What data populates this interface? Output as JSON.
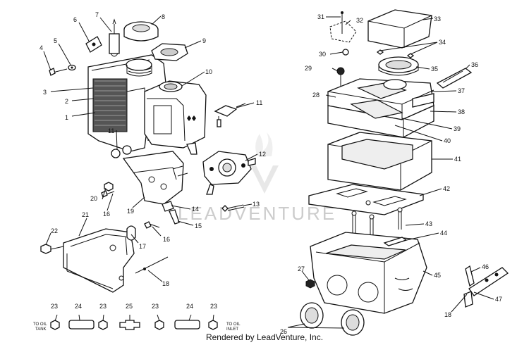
{
  "callouts": [
    "1",
    "2",
    "3",
    "4",
    "5",
    "6",
    "7",
    "8",
    "9",
    "10",
    "11",
    "11",
    "12",
    "13",
    "14",
    "15",
    "16",
    "16",
    "17",
    "18",
    "18",
    "19",
    "20",
    "21",
    "22",
    "23",
    "23",
    "23",
    "23",
    "24",
    "24",
    "25",
    "26",
    "27",
    "28",
    "29",
    "30",
    "31",
    "32",
    "33",
    "34",
    "35",
    "36",
    "37",
    "38",
    "39",
    "40",
    "41",
    "42",
    "43",
    "44",
    "45",
    "46",
    "47"
  ],
  "notes": {
    "to_oil_tank": [
      "TO OIL",
      "TANK"
    ],
    "to_oil_inlet": [
      "TO OIL",
      "INLET"
    ]
  },
  "watermark": "LEADVENTURE",
  "footer": "Rendered by LeadVenture, Inc."
}
